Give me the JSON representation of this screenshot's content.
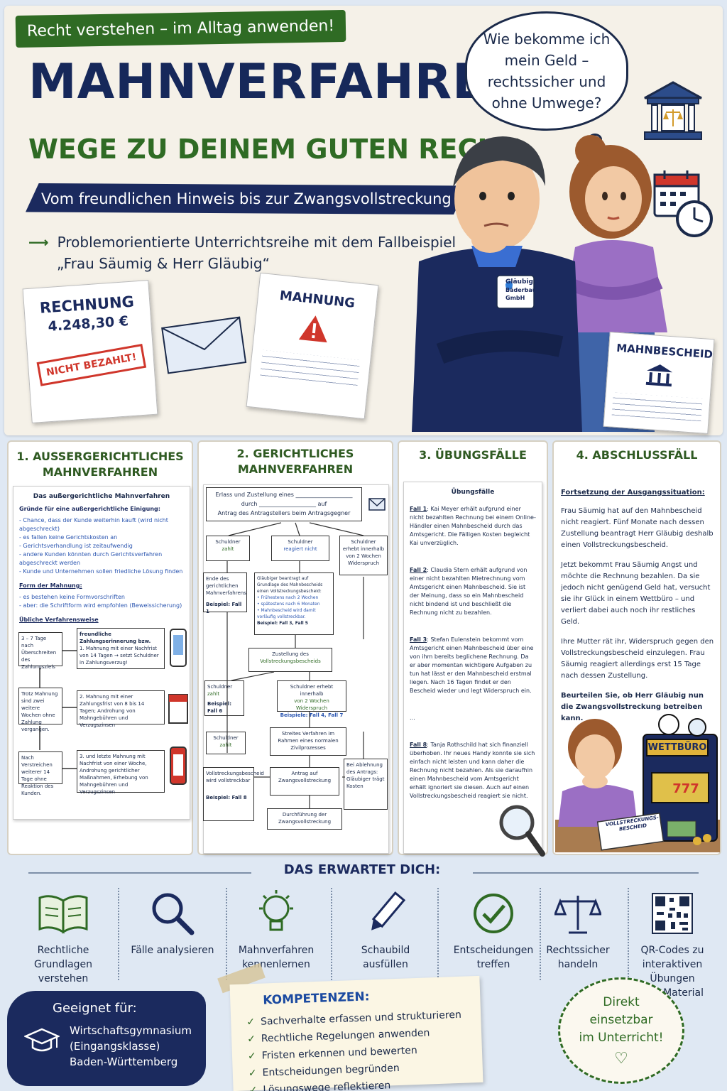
{
  "header": {
    "tag": "Recht verstehen – im Alltag anwenden!",
    "title": "MAHNVERFAHREN",
    "subtitle": "WEGE ZU DEINEM GUTEN RECHT",
    "banner": "Vom freundlichen Hinweis bis zur Zwangsvollstreckung",
    "intro_line1": "Problemorientierte Unterrichtsreihe mit dem Fallbeispiel",
    "intro_line2": "„Frau Säumig & Herr Gläubig“",
    "thought_bubble": "Wie bekomme ich mein Geld – rechtssicher und ohne Umwege?"
  },
  "documents": {
    "invoice_title": "RECHNUNG",
    "invoice_amount": "4.248,30 €",
    "invoice_stamp": "NICHT BEZAHLT!",
    "reminder_title": "MAHNUNG",
    "order_title": "MAHNBESCHEID",
    "badge_line1": "Gläubig",
    "badge_line2": "Bäderbau",
    "badge_line3": "GmbH"
  },
  "panels": [
    {
      "title_l1": "1. AUSSERGERICHTLICHES",
      "title_l2": "MAHNVERFAHREN"
    },
    {
      "title_l1": "2. GERICHTLICHES",
      "title_l2": "MAHNVERFAHREN"
    },
    {
      "title_l1": "3. ÜBUNGSFÄLLE",
      "title_l2": ""
    },
    {
      "title_l1": "4. ABSCHLUSSFÄLL",
      "title_l2": ""
    }
  ],
  "sheet1": {
    "heading": "Das außergerichtliche Mahnverfahren",
    "reasons_head": "Gründe für eine außergerichtliche Einigung:",
    "reasons": [
      "- Chance, dass der Kunde weiterhin kauft (wird nicht abgeschreckt)",
      "- es fallen keine Gerichtskosten an",
      "- Gerichtsverhandlung ist zeitaufwendig",
      "- andere Kunden könnten durch Gerichtsverfahren abgeschreckt werden",
      "- Kunde und Unternehmen sollen friedliche Lösung finden"
    ],
    "form_head": "Form der Mahnung:",
    "form": [
      "- es bestehen keine Formvorschriften",
      "- aber: die Schriftform wird empfohlen (Beweissicherung)"
    ],
    "proc_head": "Übliche Verfahrensweise",
    "steps": [
      {
        "left": "3 – 7 Tage nach Überschreiten des Zahlungsziels",
        "head": "freundliche Zahlungserinnerung bzw.",
        "text": "1. Mahnung mit einer Nachfrist von 14 Tagen → setzt Schuldner in Zahlungsverzug!"
      },
      {
        "left": "Trotz Mahnung sind zwei weitere Wochen ohne Zahlung vergangen.",
        "head": "",
        "text": "2. Mahnung mit einer Zahlungsfrist von 8 bis 14 Tagen; Androhung von Mahngebühren und Verzugszinsen"
      },
      {
        "left": "Nach Verstreichen weiterer 14 Tage ohne Reaktion des Kunden.",
        "head": "",
        "text": "3. und letzte Mahnung mit Nachfrist von einer Woche, Androhung gerichtlicher Maßnahmen, Erhebung von Mahngebühren und Verzugszinsen"
      }
    ]
  },
  "sheet2": {
    "top_l1": "Erlass und Zustellung eines ____________________",
    "top_l2": "durch ____________________ auf",
    "top_l3": "Antrag des Antragstellers beim Antragsgegner",
    "b_zahlt_head": "Schuldner",
    "b_zahlt": "zahlt",
    "b_reagiert_head": "Schuldner",
    "b_reagiert": "reagiert nicht",
    "b_widerspruch": "Schuldner erhebt innerhalb von 2 Wochen Widerspruch",
    "b_ende": "Ende des gerichtlichen Mahnverfahrens",
    "b_ende_bsp": "Beispiel: Fall 1",
    "b_antrag": "Gläubiger beantragt auf Grundlage des Mahnbescheids einen Vollstreckungsbescheid:",
    "b_antrag_pts": [
      "• Frühestens nach 2 Wochen",
      "• spätestens nach 6 Monaten",
      "• Mahnbescheid wird damit vorläufig vollstreckbar."
    ],
    "b_antrag_bsp": "Beispiel: Fall 3, Fall 5",
    "b_zustellung_l1": "Zustellung des",
    "b_zustellung_l2": "Vollstreckungsbescheids",
    "b_zahlt2_head": "Schuldner",
    "b_zahlt2": "zahlt",
    "b_zahlt2_bsp": "Beispiel: Fall 6",
    "b_einspruch": "Schuldner erhebt innerhalb",
    "b_einspruch2": "von 2 Wochen Widerspruch",
    "b_einspruch_bsp": "Beispiele: Fall 4, Fall 7",
    "b_streit": "Streites Verfahren im Rahmen eines normalen Zivilprozesses",
    "b_zahlt3_head": "Schuldner",
    "b_zahlt3": "zahlt",
    "b_vollstreckbar": "Vollstreckungsbescheid wird vollstreckbar",
    "b_vollstreckbar_bsp": "Beispiel: Fall 8",
    "b_zwang": "Antrag auf Zwangsvollstreckung",
    "b_ablehnung": "Bei Ablehnung des Antrags: Gläubiger trägt Kosten",
    "b_durch": "Durchführung der Zwangsvollstreckung"
  },
  "sheet3": {
    "heading": "Übungsfälle",
    "cases": [
      {
        "label": "Fall 1",
        "text": ": Kai Meyer erhält aufgrund einer nicht bezahlten Rechnung bei einem Online-Händler einen Mahnbescheid durch das Amtsgericht. Die Fälligen Kosten begleicht Kai unverzüglich."
      },
      {
        "label": "Fall 2",
        "text": ": Claudia Stern erhält aufgrund von einer nicht bezahlten Mietrechnung vom Amtsgericht einen Mahnbescheid. Sie ist der Meinung, dass so ein Mahnbescheid nicht bindend ist und beschließt die Rechnung nicht zu bezahlen."
      },
      {
        "label": "Fall 3",
        "text": ": Stefan Eulenstein bekommt vom Amtsgericht einen Mahnbescheid über eine von ihm bereits beglichene Rechnung. Da er aber momentan wichtigere Aufgaben zu tun hat lässt er den Mahnbescheid erstmal liegen. Nach 16 Tagen findet er den Bescheid wieder und legt Widerspruch ein."
      },
      {
        "label": "",
        "text": "..."
      },
      {
        "label": "Fall 8",
        "text": ": Tanja Rothschild hat sich finanziell überhoben. Ihr neues Handy konnte sie sich einfach nicht leisten und kann daher die Rechnung nicht bezahlen. Als sie daraufhin einen Mahnbescheid vom Amtsgericht erhält ignoriert sie diesen. Auch auf einen Vollstreckungsbescheid reagiert sie nicht."
      }
    ]
  },
  "sheet4": {
    "heading": "Fortsetzung der Ausgangssituation:",
    "p1": "Frau Säumig hat auf den Mahnbescheid nicht reagiert. Fünf Monate nach dessen Zustellung beantragt Herr Gläubig deshalb einen Vollstreckungsbescheid.",
    "p2": "Jetzt bekommt Frau Säumig Angst und möchte die Rechnung bezahlen. Da sie jedoch nicht genügend Geld hat, versucht sie ihr Glück in einem Wettbüro – und verliert dabei auch noch ihr restliches Geld.",
    "p3": "Ihre Mutter rät ihr, Widerspruch gegen den Vollstreckungsbescheid einzulegen. Frau Säumig reagiert allerdings erst 15 Tage nach dessen Zustellung.",
    "task": "Beurteilen Sie, ob Herr Gläubig nun die Zwangsvollstreckung betreiben kann.",
    "sign": "WETTBÜRO",
    "slot": "777",
    "paper_l1": "VOLLSTRECKUNGS-",
    "paper_l2": "BESCHEID"
  },
  "expect": {
    "heading": "DAS ERWARTET DICH:",
    "items": [
      {
        "l1": "Rechtliche Grundlagen",
        "l2": "verstehen",
        "icon": "book-icon"
      },
      {
        "l1": "Fälle analysieren",
        "l2": "",
        "icon": "magnifier-icon"
      },
      {
        "l1": "Mahnverfahren",
        "l2": "kennenlernen",
        "icon": "lightbulb-icon"
      },
      {
        "l1": "Schaubild",
        "l2": "ausfüllen",
        "icon": "pencil-icon"
      },
      {
        "l1": "Entscheidungen",
        "l2": "treffen",
        "icon": "checkmark-icon"
      },
      {
        "l1": "Rechtssicher",
        "l2": "handeln",
        "icon": "scales-icon"
      },
      {
        "l1": "QR-Codes zu",
        "l2": "interaktiven Übungen",
        "l3": "und Material",
        "icon": "qr-code-icon"
      }
    ]
  },
  "suitable": {
    "head": "Geeignet für:",
    "l1": "Wirtschaftsgymnasium",
    "l2": "(Eingangsklasse)",
    "l3": "Baden-Württemberg"
  },
  "competences": {
    "head": "KOMPETENZEN:",
    "items": [
      "Sachverhalte erfassen und strukturieren",
      "Rechtliche Regelungen anwenden",
      "Fristen erkennen und bewerten",
      "Entscheidungen begründen",
      "Lösungswege reflektieren"
    ]
  },
  "seal": {
    "l1": "Direkt",
    "l2": "einsetzbar",
    "l3": "im Unterricht!"
  },
  "colors": {
    "navy": "#1b2a5e",
    "green": "#2f6b24",
    "red": "#d0362b",
    "purple": "#9b6fc4"
  }
}
